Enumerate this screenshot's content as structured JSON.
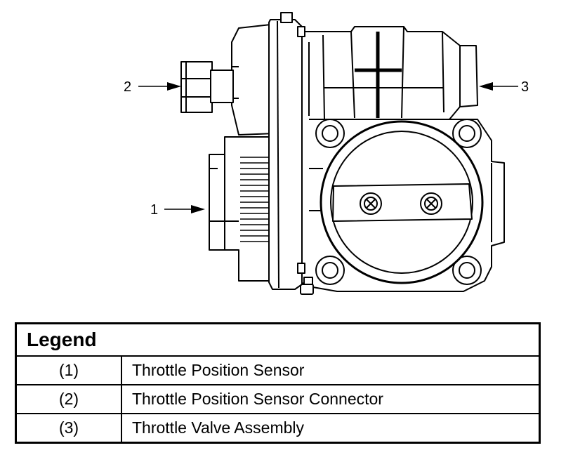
{
  "callouts": {
    "c1": "1",
    "c2": "2",
    "c3": "3"
  },
  "legend": {
    "title": "Legend",
    "rows": [
      {
        "num": "(1)",
        "desc": "Throttle Position Sensor"
      },
      {
        "num": "(2)",
        "desc": "Throttle Position Sensor Connector"
      },
      {
        "num": "(3)",
        "desc": "Throttle Valve Assembly"
      }
    ]
  }
}
